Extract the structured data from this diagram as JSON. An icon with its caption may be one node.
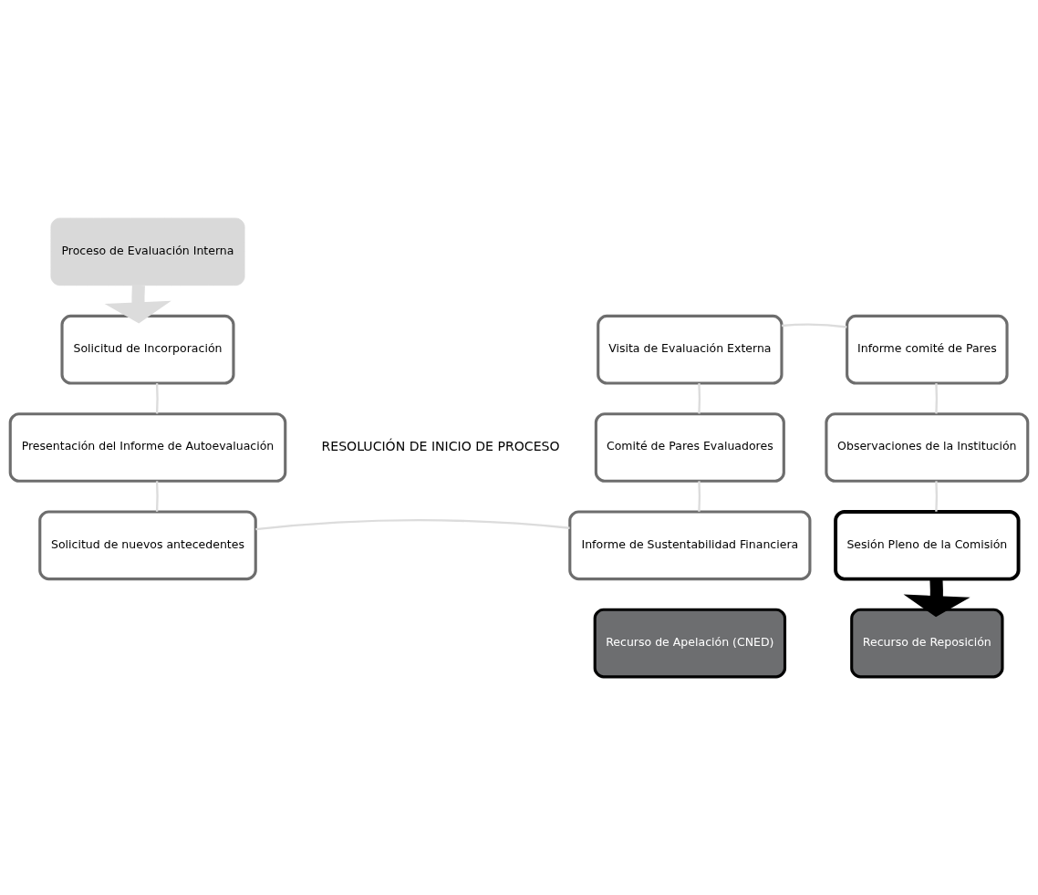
{
  "diagram": {
    "nodes": [
      {
        "text": [
          "Proceso de Evaluación Interna"
        ]
      },
      {
        "text": [
          "Solicitud de Incorporación"
        ]
      },
      {
        "text": [
          "Presentación del Informe de Autoevaluación"
        ]
      },
      {
        "text": [
          "Solicitud de nuevos antecedentes"
        ]
      },
      {
        "text": [
          "Visita de Evaluación Externa"
        ]
      },
      {
        "text": [
          "Informe comité de Pares"
        ]
      },
      {
        "text": [
          "Comité de Pares Evaluadores"
        ]
      },
      {
        "text": [
          "Observaciones de la Institución"
        ]
      },
      {
        "text": [
          "Informe de Sustentabilidad Financiera"
        ]
      },
      {
        "text": [
          "Sesión Pleno de la Comisión"
        ]
      },
      {
        "text": [
          "Recurso de Apelación (CNED)"
        ]
      },
      {
        "text": [
          "Recurso de Reposición"
        ]
      }
    ],
    "edges": [
      {
        "from": 0,
        "to": 1,
        "arrow": "to",
        "style": "thick"
      },
      {
        "from": 1,
        "to": 2,
        "arrow": "none"
      },
      {
        "from": 2,
        "to": 3,
        "arrow": "none"
      },
      {
        "from": 3,
        "to": 8,
        "arrow": "none"
      },
      {
        "from": 8,
        "to": 6,
        "arrow": "none"
      },
      {
        "from": 6,
        "to": 4,
        "arrow": "none"
      },
      {
        "from": 4,
        "to": 5,
        "arrow": "none"
      },
      {
        "from": 5,
        "to": 7,
        "arrow": "none"
      },
      {
        "from": 7,
        "to": 9,
        "arrow": "none"
      },
      {
        "from": 9,
        "to": 11,
        "arrow": "to",
        "style": "thick",
        "color": "#000000"
      }
    ],
    "labels": [
      "RESOLUCIÓN DE INICIO DE PROCESO"
    ]
  }
}
